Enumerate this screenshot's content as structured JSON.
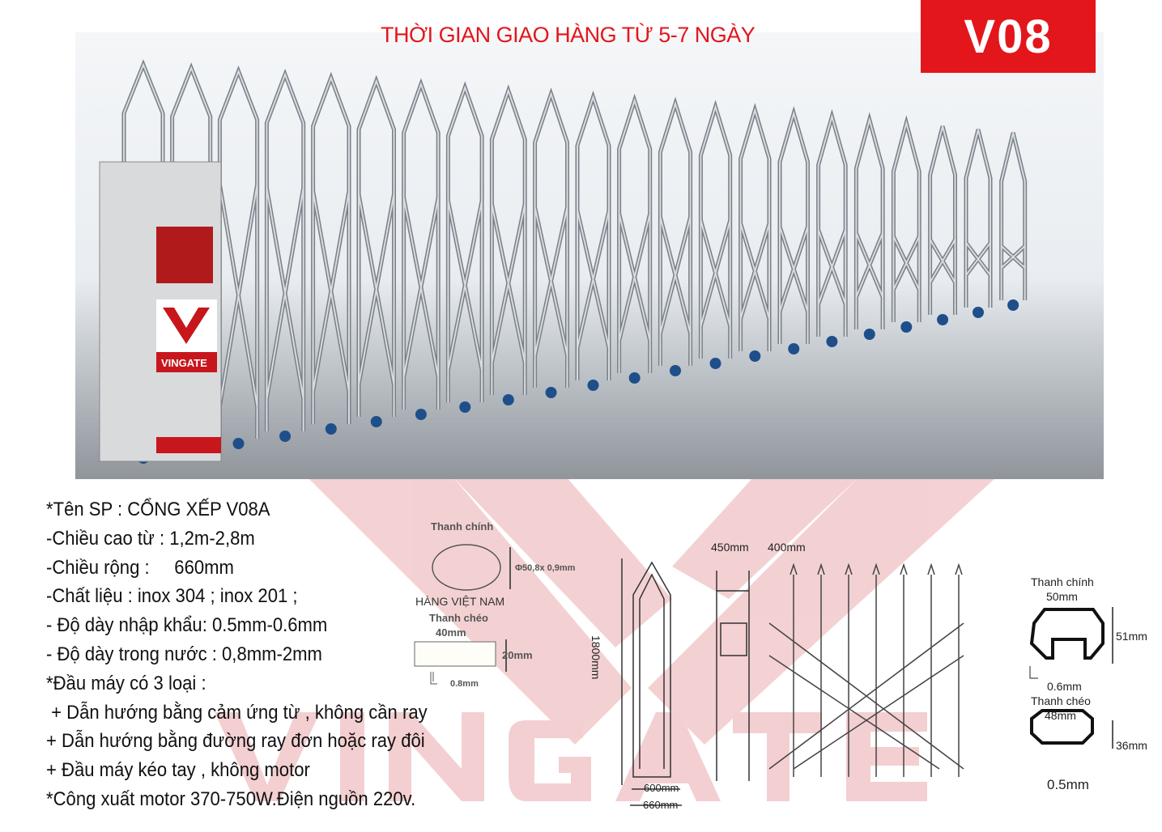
{
  "header": {
    "title": "THỜI GIAN GIAO HÀNG TỪ 5-7 NGÀY",
    "model_badge": "V08"
  },
  "photo": {
    "brand_logo": "VINGATE"
  },
  "watermark": "VINGATE",
  "specs": [
    "*Tên SP : CỔNG XẾP V08A",
    "-Chiều cao từ : 1,2m-2,8m",
    "-Chiều rộng :     660mm",
    "-Chất liệu : inox 304 ; inox 201 ;",
    "- Độ dày nhập khẩu: 0.5mm-0.6mm",
    "- Độ dày trong nước : 0,8mm-2mm",
    "*Đầu máy có 3 loại :",
    " + Dẫn hướng bằng cảm ứng từ , không cần ray",
    "+ Dẫn hướng bằng đường ray đơn hoặc ray đôi",
    "+ Đầu máy kéo tay , không motor",
    "*Công xuất motor 370-750W.Điện nguồn 220v."
  ],
  "domestic_profile": {
    "main_bar_label": "Thanh chính",
    "main_bar_dim": "Φ50,8x 0,9mm",
    "origin": "HÀNG VIỆT NAM",
    "cross_bar_label": "Thanh chéo",
    "cross_width": "40mm",
    "cross_height": "20mm",
    "thickness": "0.8mm"
  },
  "drawing": {
    "height": "1800mm",
    "inner_width": "600mm",
    "outer_width": "660mm",
    "head_width": "450mm",
    "spacing": "400mm"
  },
  "import_profile": {
    "main_bar_label": "Thanh chính",
    "main_width": "50mm",
    "main_height": "51mm",
    "main_thickness": "0.6mm",
    "cross_bar_label": "Thanh chéo",
    "cross_width": "48mm",
    "cross_height": "36mm",
    "cross_thickness": "0.5mm"
  }
}
